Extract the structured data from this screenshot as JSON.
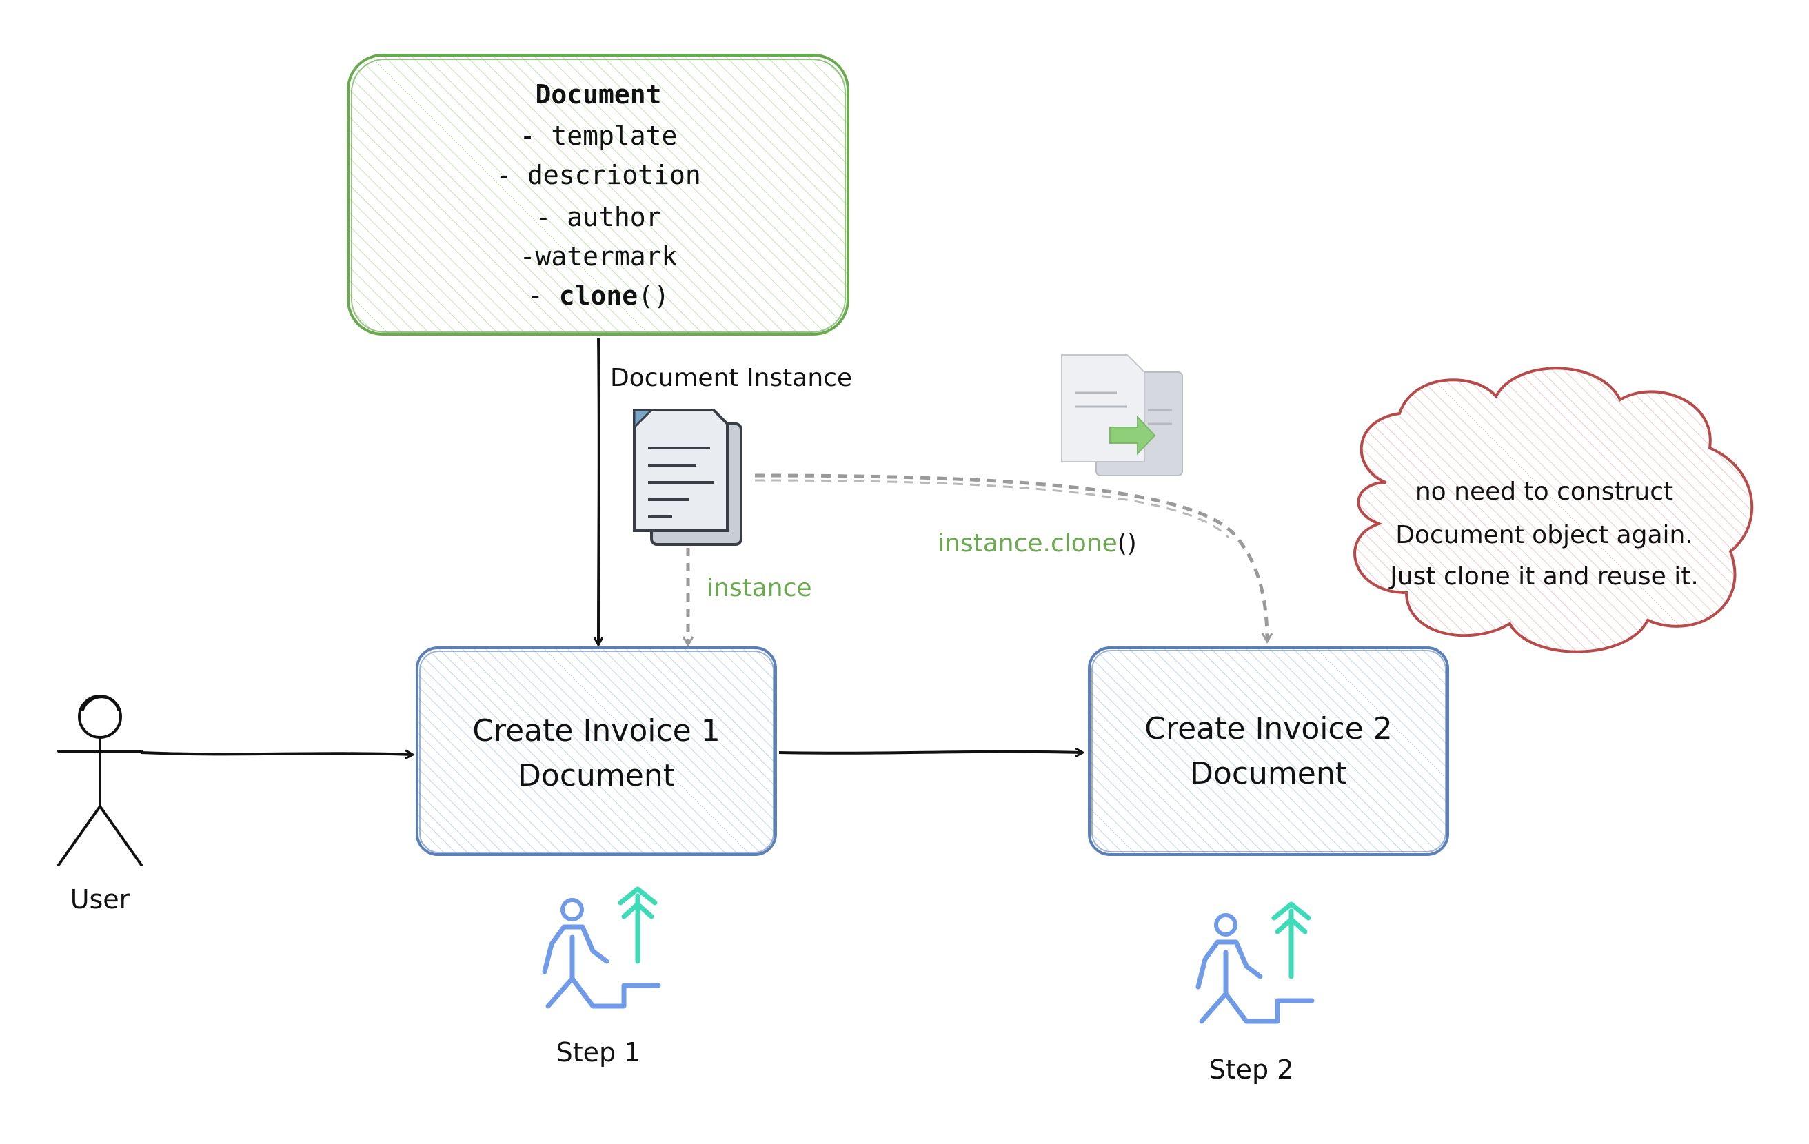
{
  "document_class": {
    "title": "Document",
    "fields": [
      "- template",
      "- descriotion",
      "- author",
      "-watermark"
    ],
    "method_prefix": "- ",
    "method_name": "clone",
    "method_suffix": "()"
  },
  "labels": {
    "document_instance": "Document Instance",
    "instance": "instance",
    "instance_clone_prefix": "instance.clone",
    "instance_clone_suffix": "()",
    "user": "User",
    "step1": "Step 1",
    "step2": "Step 2"
  },
  "boxes": {
    "invoice1_line1": "Create Invoice 1",
    "invoice1_line2": "Document",
    "invoice2_line1": "Create Invoice 2",
    "invoice2_line2": "Document"
  },
  "note": {
    "line1": "no need to construct",
    "line2": "Document object again.",
    "line3": "Just clone it and reuse it."
  },
  "colors": {
    "green_stroke": "#6aaa4f",
    "green_text": "#6aaa4f",
    "blue_stroke": "#5b7fb8",
    "red_stroke": "#b84a4a",
    "icon_blue": "#6f9be8",
    "icon_teal": "#3ddbb8",
    "dashed_gray": "#9a9a9a"
  }
}
